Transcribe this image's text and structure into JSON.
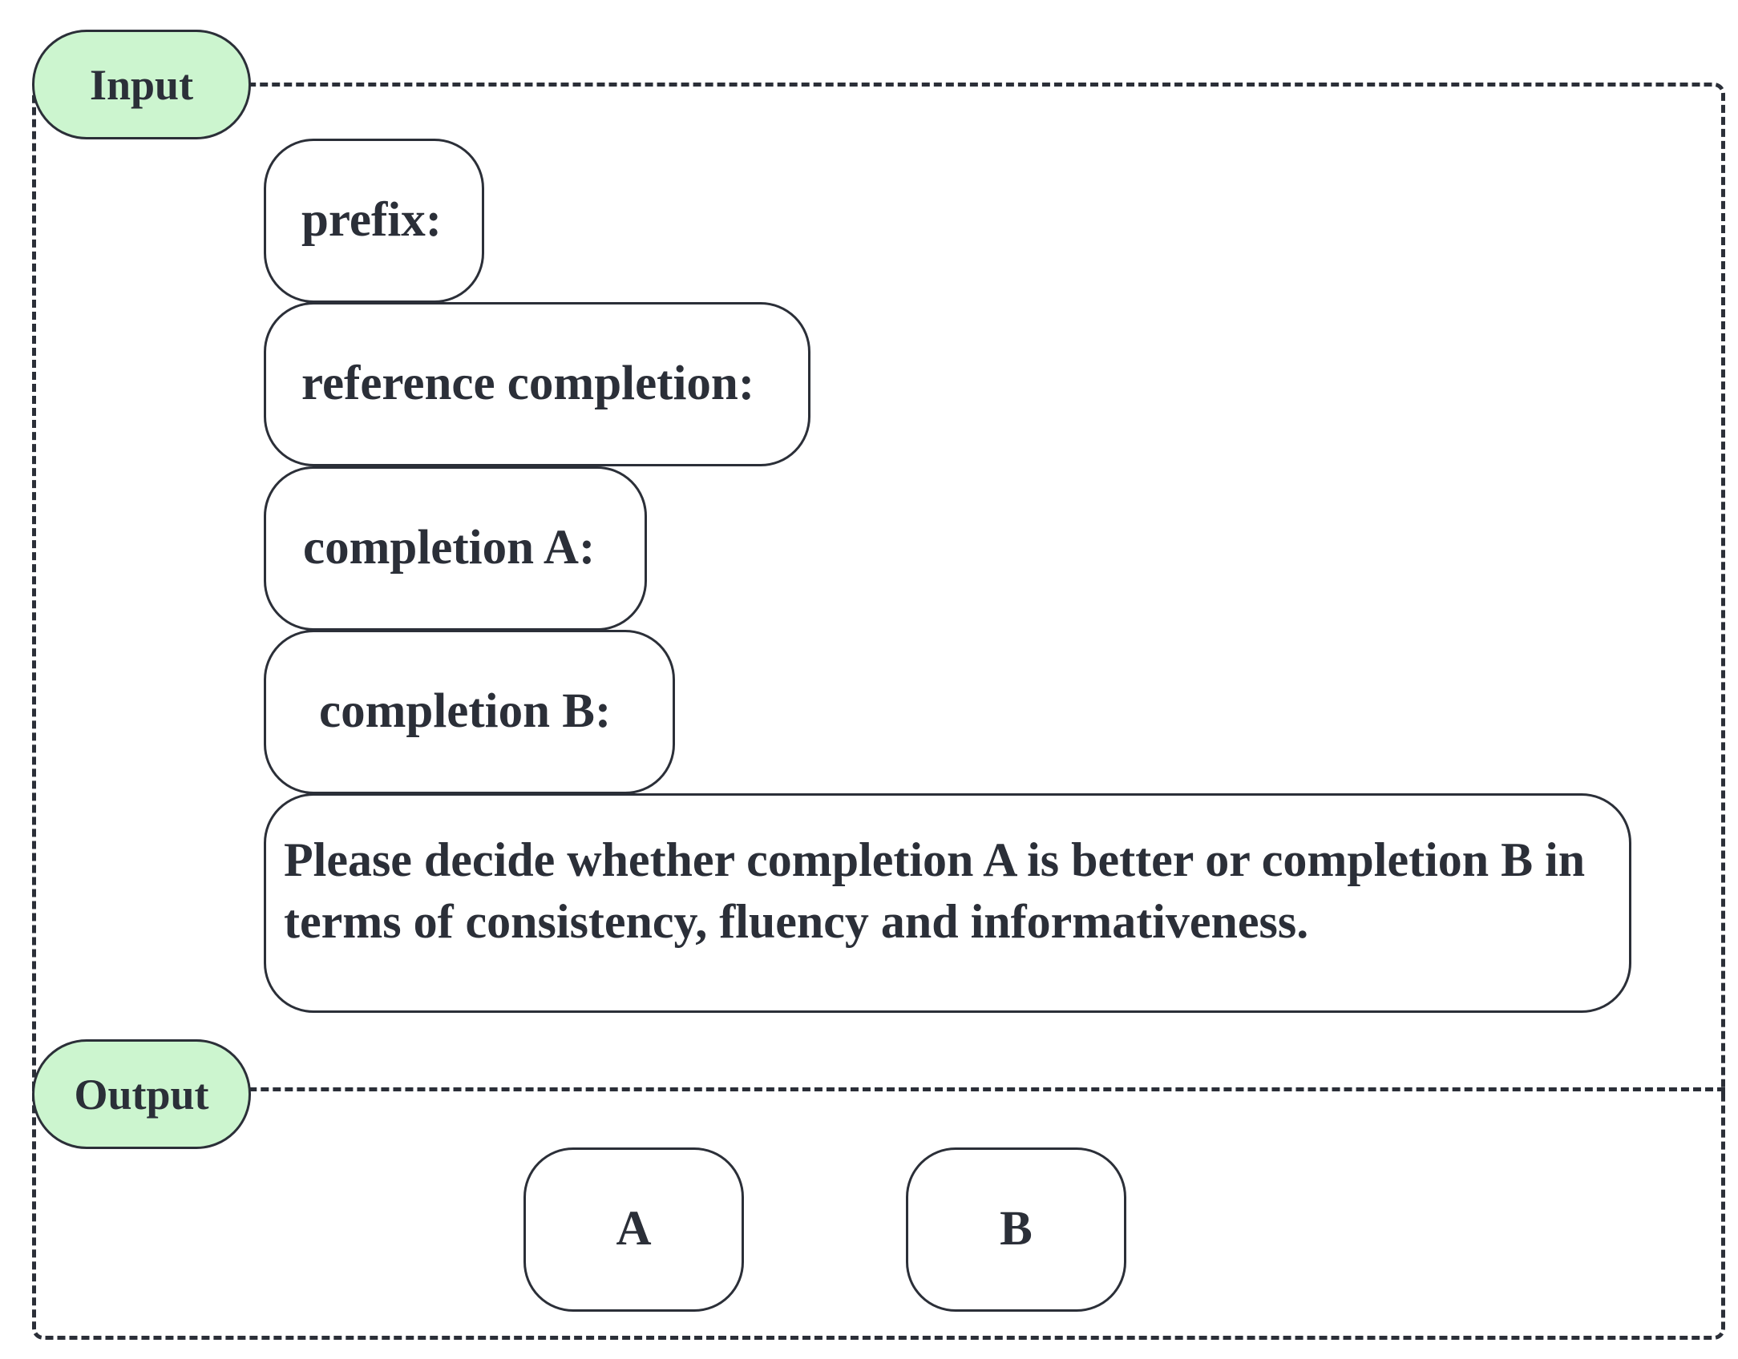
{
  "input_section": {
    "label": "Input",
    "fields": {
      "prefix": "prefix:",
      "reference_completion": "reference completion:",
      "completion_a": "completion A:",
      "completion_b": "completion B:"
    },
    "instruction": "Please decide whether completion A is better or completion B in terms of consistency, fluency and informativeness."
  },
  "output_section": {
    "label": "Output",
    "options": [
      "A",
      "B"
    ]
  },
  "colors": {
    "label_fill": "#ccf5cf",
    "stroke": "#2b2f38",
    "background": "#ffffff"
  }
}
